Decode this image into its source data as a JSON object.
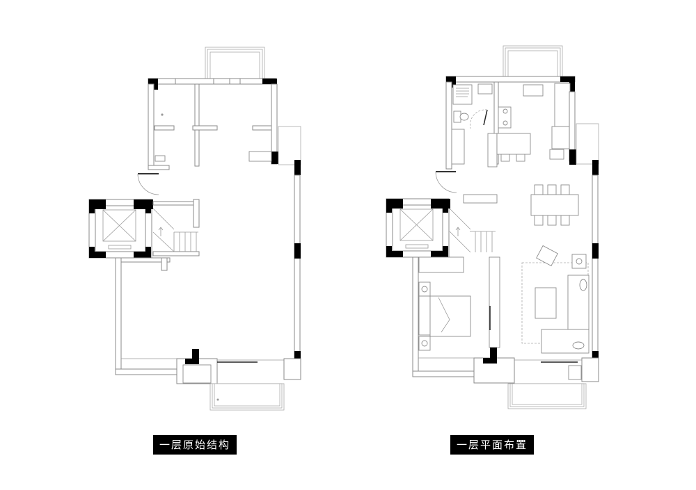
{
  "figure": {
    "type": "floor-plan-comparison",
    "panels": [
      {
        "id": "original",
        "caption": "一层原始结构",
        "meaning": "First floor – original structure"
      },
      {
        "id": "layout",
        "caption": "一层平面布置",
        "meaning": "First floor – furniture layout"
      }
    ]
  },
  "colors": {
    "background": "#ffffff",
    "wall_line": "#8a8a8a",
    "structural_column": "#000000",
    "caption_bg": "#000000",
    "caption_text": "#ffffff"
  },
  "icons": {
    "elevator": "elevator-shaft-x-icon",
    "stairs": "stair-icon",
    "door_swing": "door-arc-icon"
  }
}
